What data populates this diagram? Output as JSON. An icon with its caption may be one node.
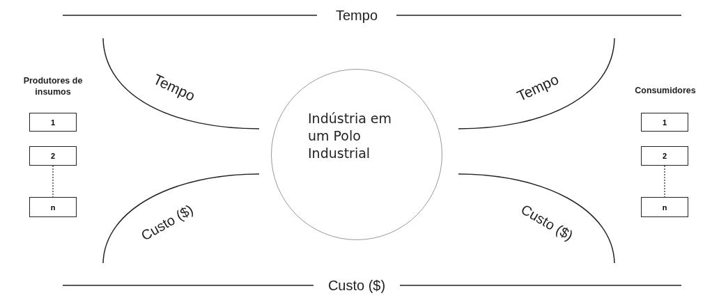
{
  "diagram": {
    "nodes": [
      {
        "text": [
          "1"
        ]
      },
      {
        "text": [
          "2"
        ]
      },
      {
        "text": [
          "n"
        ]
      },
      {
        "text": [
          "Indústria em um Polo Industrial"
        ]
      },
      {
        "text": [
          "1"
        ]
      },
      {
        "text": [
          "2"
        ]
      },
      {
        "text": [
          "n"
        ]
      }
    ],
    "edges": [
      {
        "from": 1,
        "to": 2,
        "arrow": "none",
        "style": "dashed"
      },
      {
        "from": 5,
        "to": 6,
        "arrow": "none",
        "style": "dashed"
      }
    ],
    "labels": [
      "Tempo",
      "Produtores de insumos",
      "Tempo",
      "Tempo",
      "Consumidores",
      "Custo ($)",
      "Custo ($)",
      "Custo ($)"
    ]
  }
}
